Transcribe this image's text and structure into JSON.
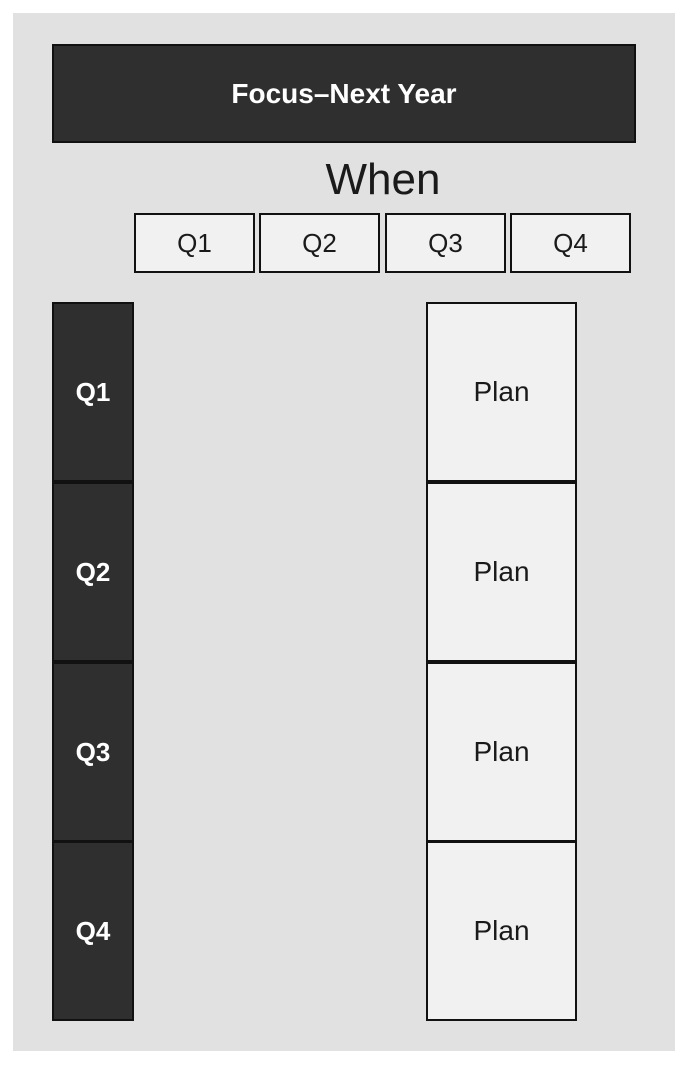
{
  "title": "Focus–Next Year",
  "when_label": "When",
  "columns": [
    {
      "label": "Q1"
    },
    {
      "label": "Q2"
    },
    {
      "label": "Q3"
    },
    {
      "label": "Q4"
    }
  ],
  "rows": [
    {
      "label": "Q1",
      "cell": "Plan"
    },
    {
      "label": "Q2",
      "cell": "Plan"
    },
    {
      "label": "Q3",
      "cell": "Plan"
    },
    {
      "label": "Q4",
      "cell": "Plan"
    }
  ],
  "colors": {
    "panel": "#e1e1e1",
    "dark": "#2f2f2f",
    "light": "#f1f1f1",
    "border": "#111111"
  }
}
